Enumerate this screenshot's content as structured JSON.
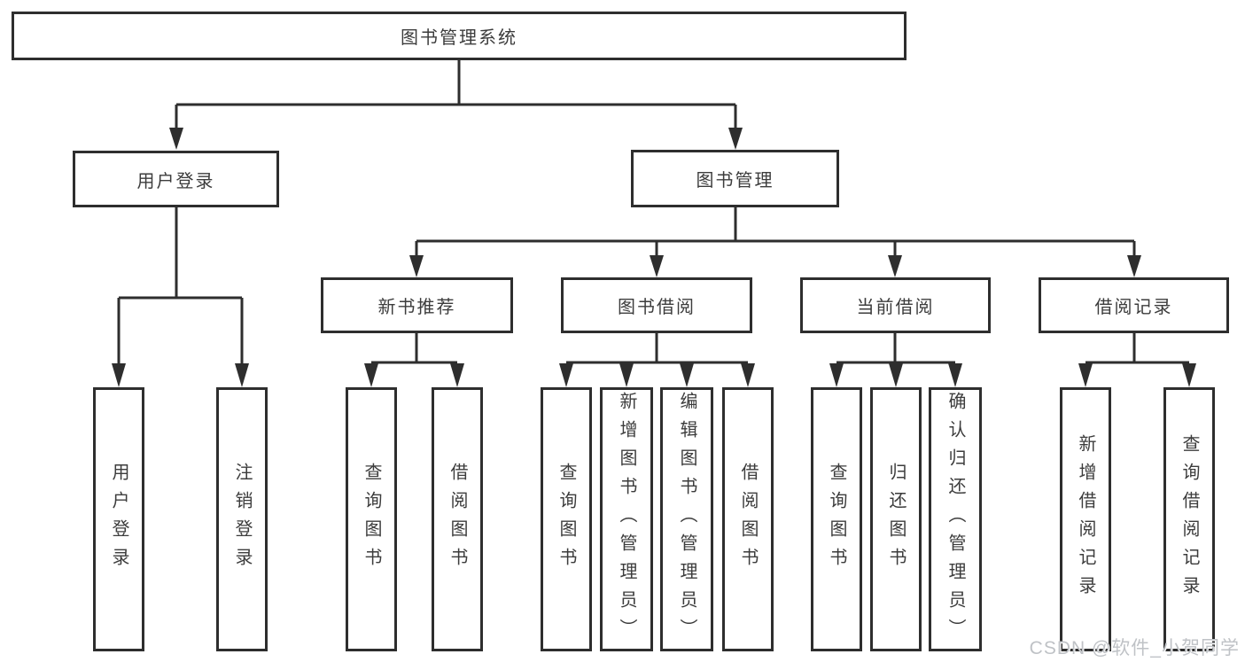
{
  "diagram": {
    "type": "hierarchy-tree",
    "root": {
      "label": "图书管理系统"
    },
    "branches": [
      {
        "label": "用户登录",
        "children": [
          {
            "label": "用户登录"
          },
          {
            "label": "注销登录"
          }
        ]
      },
      {
        "label": "图书管理",
        "children": [
          {
            "label": "新书推荐",
            "children": [
              {
                "label": "查询图书"
              },
              {
                "label": "借阅图书"
              }
            ]
          },
          {
            "label": "图书借阅",
            "children": [
              {
                "label": "查询图书"
              },
              {
                "label": "新增图书（管理员）"
              },
              {
                "label": "编辑图书（管理员）"
              },
              {
                "label": "借阅图书"
              }
            ]
          },
          {
            "label": "当前借阅",
            "children": [
              {
                "label": "查询图书"
              },
              {
                "label": "归还图书"
              },
              {
                "label": "确认归还（管理员）"
              }
            ]
          },
          {
            "label": "借阅记录",
            "children": [
              {
                "label": "新增借阅记录"
              },
              {
                "label": "查询借阅记录"
              }
            ]
          }
        ]
      }
    ]
  },
  "watermark": "CSDN @软件_小贺同学",
  "colors": {
    "line": "#2e2e2e",
    "box_border": "#2e2e2e",
    "text": "#3c3c3c",
    "background": "#ffffff",
    "watermark": "#bfc2c6"
  }
}
